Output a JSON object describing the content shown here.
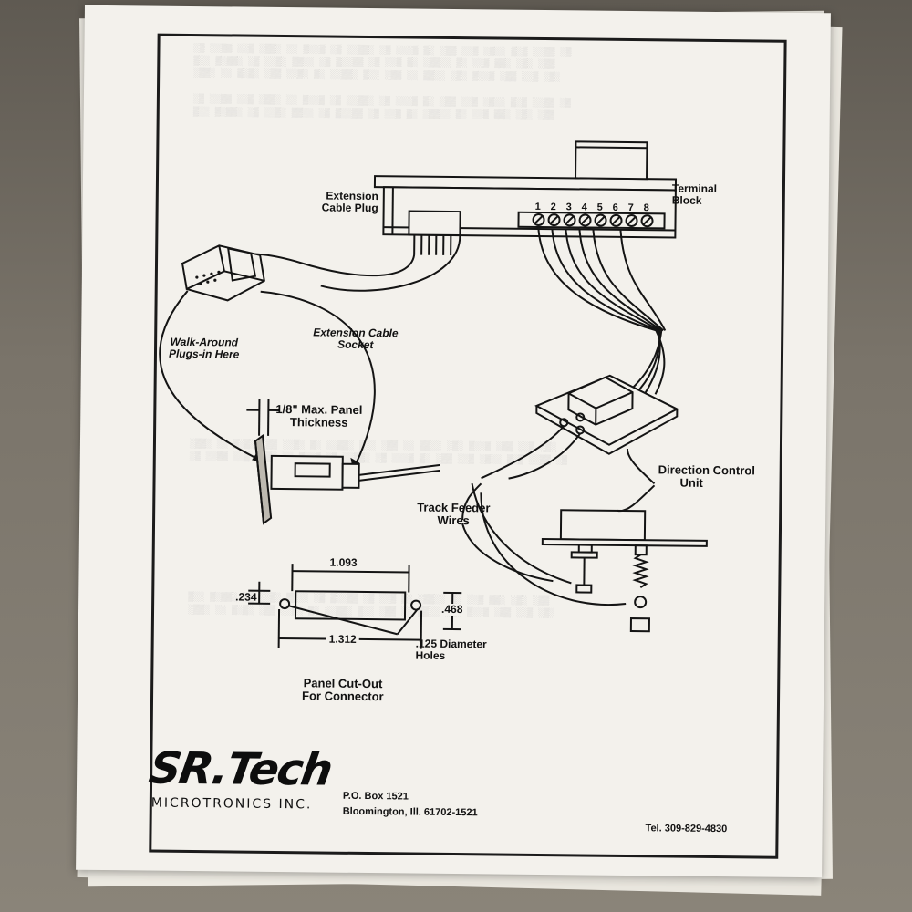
{
  "labels": {
    "extension_cable_plug": [
      "Extension",
      "Cable Plug"
    ],
    "terminal_block": [
      "Terminal",
      "Block"
    ],
    "terminal_numbers": [
      "1",
      "2",
      "3",
      "4",
      "5",
      "6",
      "7",
      "8"
    ],
    "walk_around": [
      "Walk-Around",
      "Plugs-in Here"
    ],
    "extension_cable_socket": [
      "Extension Cable",
      "Socket"
    ],
    "panel_thickness": [
      "1/8\" Max. Panel",
      "Thickness"
    ],
    "direction_control_unit": [
      "Direction Control",
      "Unit"
    ],
    "track_feeder_wires": [
      "Track Feeder",
      "Wires"
    ],
    "dim_width_top": "1.093",
    "dim_height_left": ".234",
    "dim_height_right": ".468",
    "dim_width_bottom": "1.312",
    "hole_diameter": [
      ".125 Diameter",
      "Holes"
    ],
    "panel_cutout": [
      "Panel Cut-Out",
      "For Connector"
    ]
  },
  "company": {
    "logo": "SR.Tech",
    "subtitle": "MICROTRONICS INC.",
    "po_box": "P.O. Box 1521",
    "city": "Bloomington, Ill. 61702-1521",
    "phone": "Tel. 309-829-4830"
  }
}
